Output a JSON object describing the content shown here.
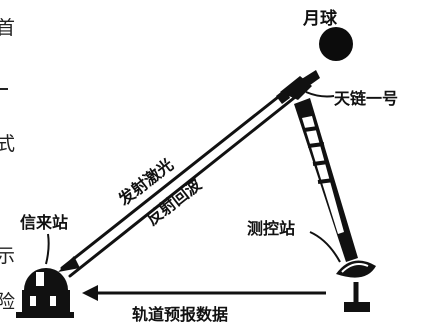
{
  "labels": {
    "moon": "月球",
    "satellite": "天链一号",
    "transmit_top": "发射激光",
    "transmit_bottom": "反射回波",
    "left_station": "信来站",
    "right_station": "测控站",
    "bottom_arrow": "轨道预报数据"
  },
  "side_text": [
    "首",
    "式",
    "示",
    "险"
  ]
}
